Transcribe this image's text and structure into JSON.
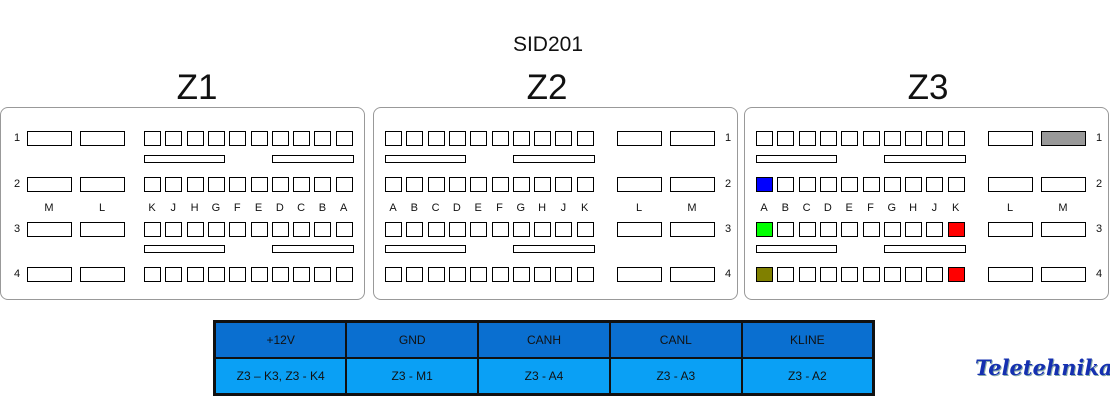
{
  "title": "SID201",
  "zones": [
    {
      "name": "Z1",
      "small_letters": [
        "K",
        "J",
        "H",
        "G",
        "F",
        "E",
        "D",
        "C",
        "B",
        "A"
      ],
      "large_letters": [
        "M",
        "L"
      ],
      "small_side": "right"
    },
    {
      "name": "Z2",
      "small_letters": [
        "A",
        "B",
        "C",
        "D",
        "E",
        "F",
        "G",
        "H",
        "J",
        "K"
      ],
      "large_letters": [
        "L",
        "M"
      ],
      "small_side": "left"
    },
    {
      "name": "Z3",
      "small_letters": [
        "A",
        "B",
        "C",
        "D",
        "E",
        "F",
        "G",
        "H",
        "J",
        "K"
      ],
      "large_letters": [
        "L",
        "M"
      ],
      "small_side": "left"
    }
  ],
  "rows": [
    "1",
    "2",
    "3",
    "4"
  ],
  "highlights": [
    {
      "zone": "Z3",
      "pin": "M1",
      "color": "#999999"
    },
    {
      "zone": "Z3",
      "pin": "A2",
      "color": "#0000ff"
    },
    {
      "zone": "Z3",
      "pin": "A3",
      "color": "#00ff00"
    },
    {
      "zone": "Z3",
      "pin": "K3",
      "color": "#ff0000"
    },
    {
      "zone": "Z3",
      "pin": "A4",
      "color": "#808000"
    },
    {
      "zone": "Z3",
      "pin": "K4",
      "color": "#ff0000"
    }
  ],
  "table": {
    "headers": [
      "+12V",
      "GND",
      "CANH",
      "CANL",
      "KLINE"
    ],
    "values": [
      "Z3 – K3, Z3 - K4",
      "Z3 - M1",
      "Z3 - A4",
      "Z3 - A3",
      "Z3 - A2"
    ]
  },
  "logo": "Teletehnika"
}
